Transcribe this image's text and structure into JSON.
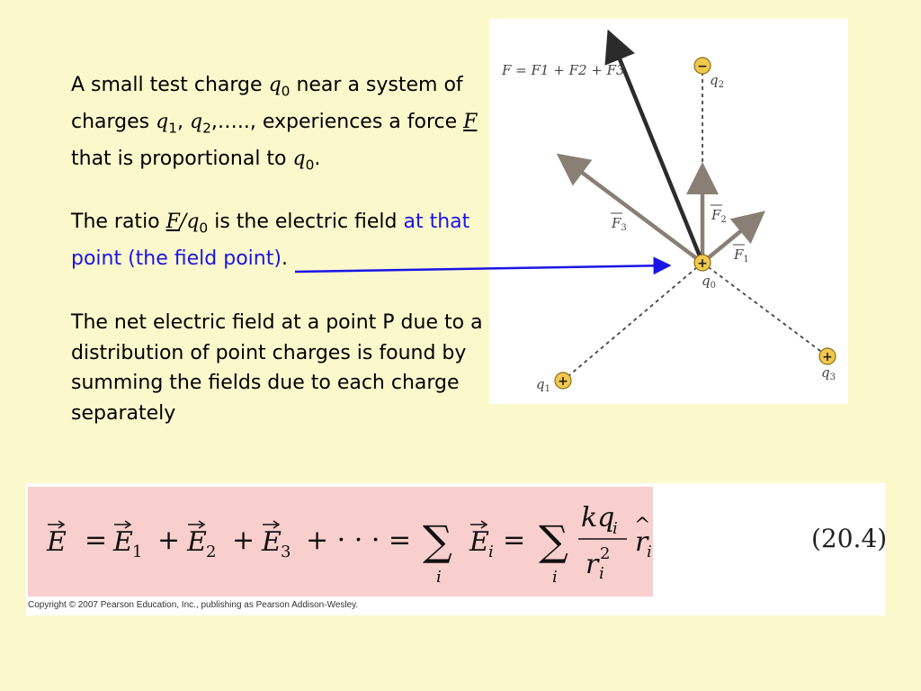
{
  "text": {
    "p1_a": "A small test charge ",
    "q0_symbol": "q",
    "q0_sub": "0",
    "p1_b": " near a system of charges ",
    "q1_symbol": "q",
    "q1_sub": "1",
    "p1_c": ", ",
    "q2_symbol": "q",
    "q2_sub": "2",
    "p1_d": ",….., experiences a force ",
    "force_symbol": "F",
    "p1_e": " that is proportional to ",
    "p1_f": ".",
    "p2_a": "The ratio ",
    "ratio_slash": "/",
    "p2_b": " is the electric field ",
    "p2_blue": "at that point (the field point)",
    "p2_end": ".",
    "p3": "The net electric field at a point P due to a distribution of point charges is found by summing the fields due to each charge separately"
  },
  "figure": {
    "sum_label": "F = F1 + F2 + F3",
    "charges": [
      {
        "name": "q",
        "sub": "0",
        "sign": "+"
      },
      {
        "name": "q",
        "sub": "1",
        "sign": "+"
      },
      {
        "name": "q",
        "sub": "2",
        "sign": "−"
      },
      {
        "name": "q",
        "sub": "3",
        "sign": "+"
      }
    ],
    "forces": [
      {
        "name": "F",
        "sub": "1"
      },
      {
        "name": "F",
        "sub": "2"
      },
      {
        "name": "F",
        "sub": "3"
      }
    ],
    "colors": {
      "force_arrow": "#8a7f74",
      "net_arrow": "#2b2b2b",
      "charge_fill": "#f2c94c",
      "pointer_line": "#1a14e6"
    }
  },
  "equation": {
    "number": "(20.4)",
    "copyright": "Copyright © 2007 Pearson Education, Inc., publishing as Pearson Addison-Wesley."
  }
}
